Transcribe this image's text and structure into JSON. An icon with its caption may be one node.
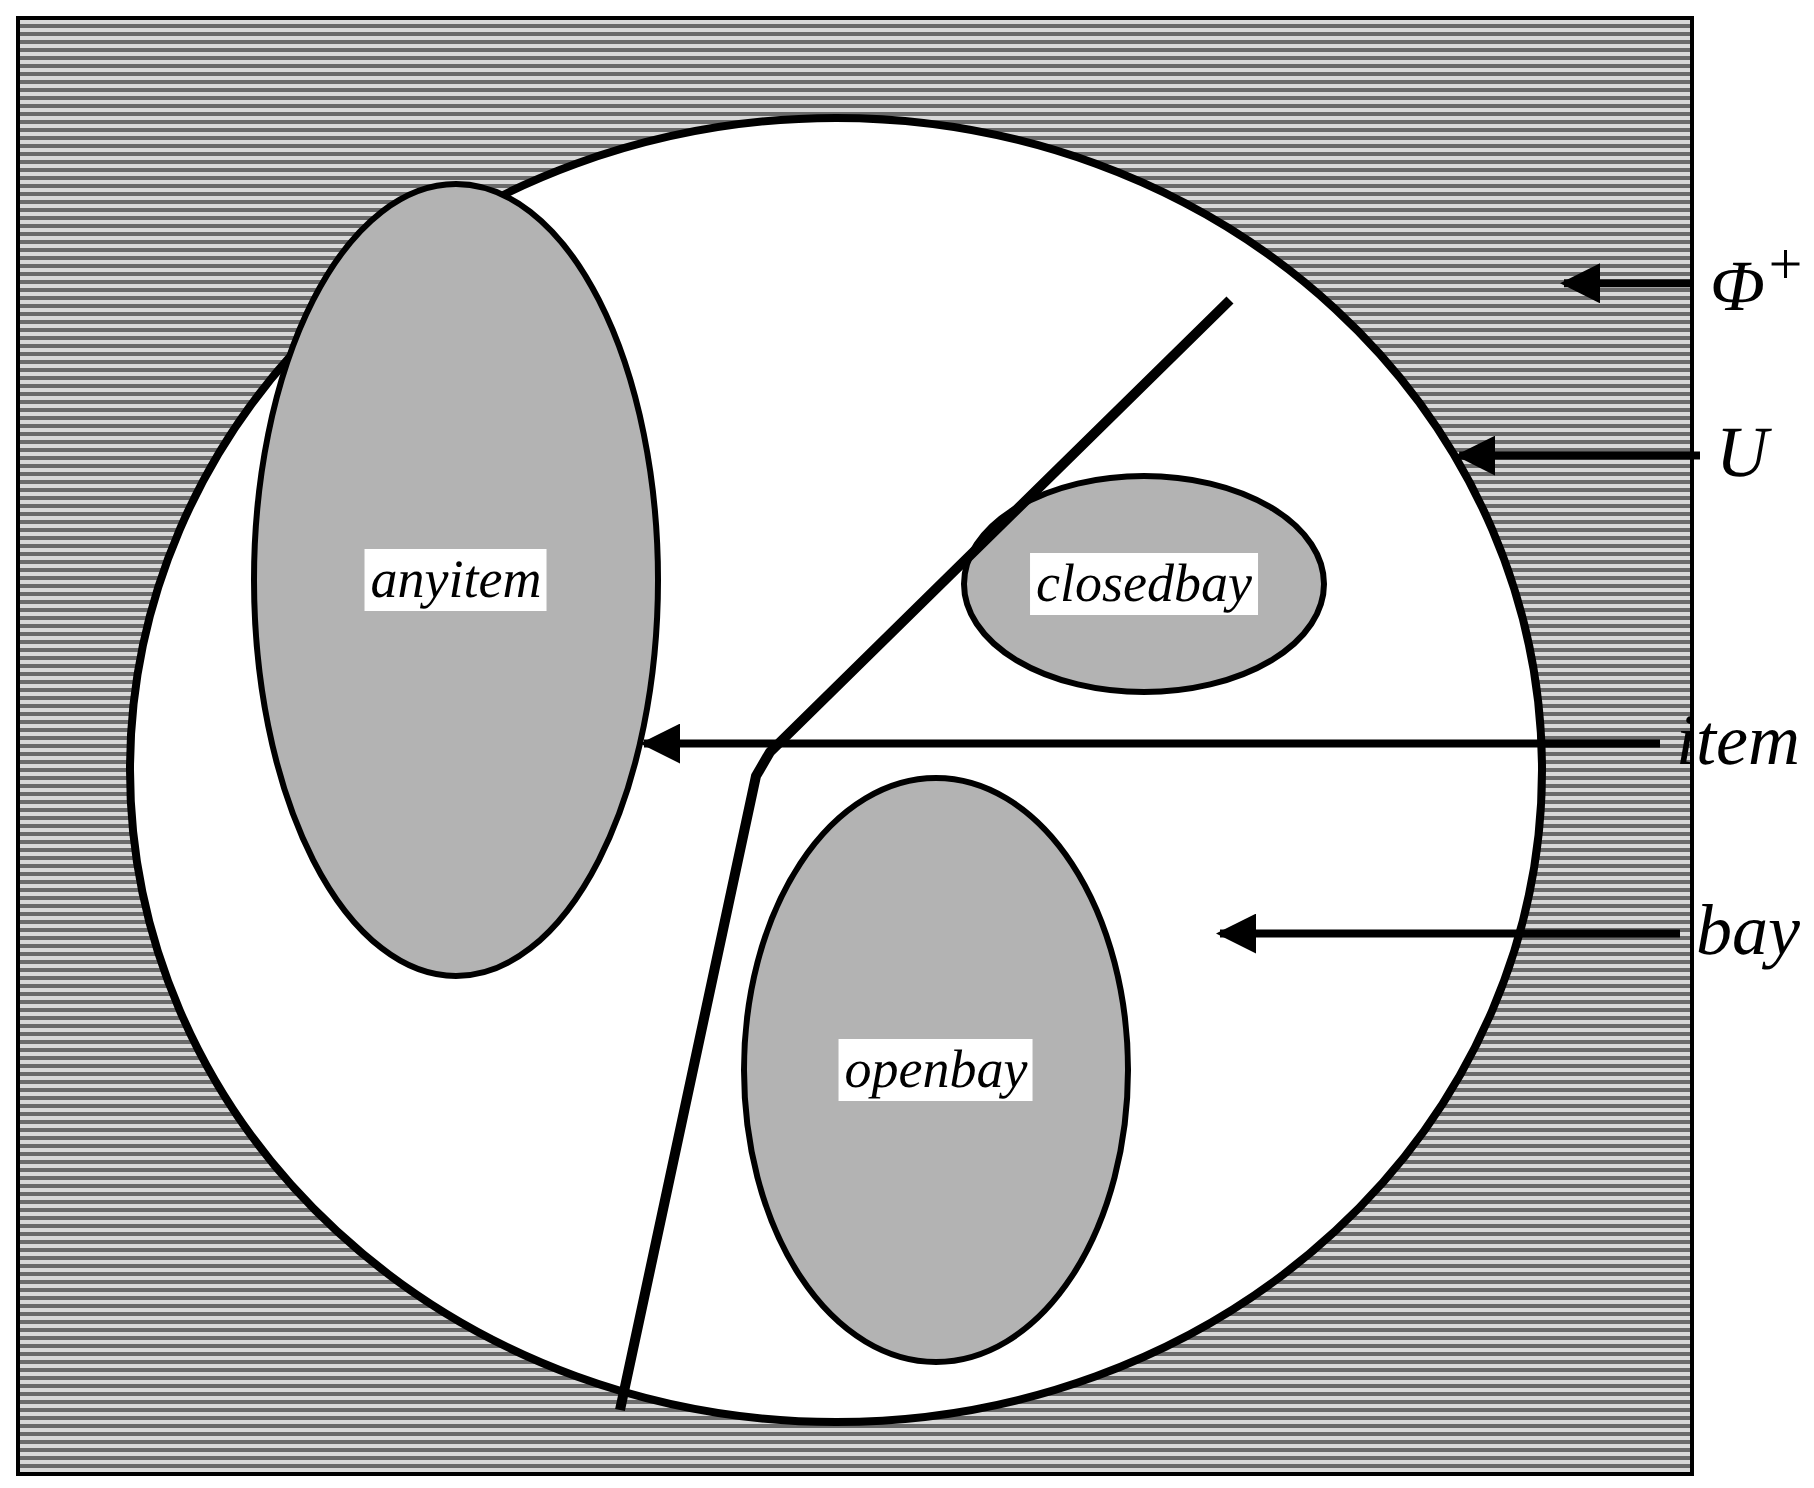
{
  "diagram": {
    "nodes": [
      {
        "text": [],
        "shape": "box"
      },
      {
        "text": [],
        "shape": "circle",
        "in": 0
      },
      {
        "text": [
          "anyitem"
        ],
        "in": 1
      },
      {
        "text": [
          "closedbay"
        ],
        "in": 1
      },
      {
        "text": [
          "openbay"
        ],
        "in": 1
      },
      {
        "text": [
          "Φ$^{+}$"
        ]
      },
      {
        "text": [
          "U"
        ]
      },
      {
        "text": [
          "item"
        ]
      },
      {
        "text": [
          "bay"
        ]
      }
    ],
    "edges": [
      {
        "from": 5,
        "to": 0,
        "arrow": "to"
      },
      {
        "from": 6,
        "to": 1,
        "arrow": "to"
      },
      {
        "from": 7,
        "to": 2,
        "arrow": "to"
      },
      {
        "from": 8,
        "to": null,
        "arrow": "to"
      }
    ]
  }
}
